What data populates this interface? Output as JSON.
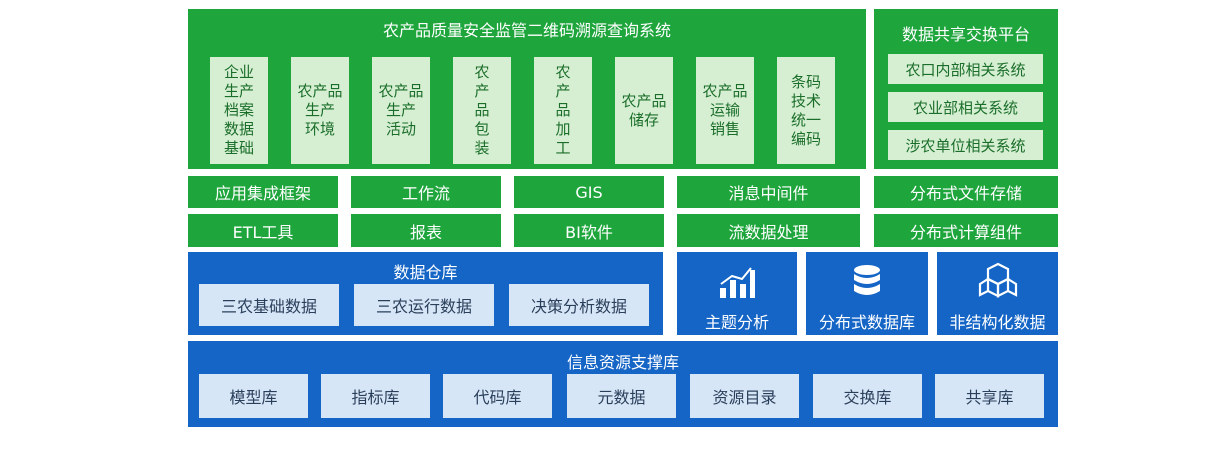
{
  "top_main": {
    "title": "农产品质量安全监管二维码溯源查询系统",
    "columns": [
      "企业\n生产\n档案\n数据\n基础",
      "农产品\n生产\n环境",
      "农产品\n生产\n活动",
      "农\n产\n品\n包\n装",
      "农\n产\n品\n加\n工",
      "农产品\n储存",
      "农产品\n运输\n销售",
      "条码\n技术\n统一\n编码"
    ]
  },
  "top_right": {
    "title": "数据共享交换平台",
    "items": [
      "农口内部相关系统",
      "农业部相关系统",
      "涉农单位相关系统"
    ]
  },
  "middleware": {
    "row1": [
      "应用集成框架",
      "工作流",
      "GIS",
      "消息中间件",
      "分布式文件存储"
    ],
    "row2": [
      "ETL工具",
      "报表",
      "BI软件",
      "流数据处理",
      "分布式计算组件"
    ]
  },
  "warehouse": {
    "title": "数据仓库",
    "items": [
      "三农基础数据",
      "三农运行数据",
      "决策分析数据"
    ]
  },
  "analytics": [
    {
      "label": "主题分析",
      "icon": "bar-chart-icon"
    },
    {
      "label": "分布式数据库",
      "icon": "database-icon"
    },
    {
      "label": "非结构化数据",
      "icon": "cubes-icon"
    }
  ],
  "resource": {
    "title": "信息资源支撑库",
    "items": [
      "模型库",
      "指标库",
      "代码库",
      "元数据",
      "资源目录",
      "交换库",
      "共享库"
    ]
  },
  "colors": {
    "green": "#1ea53c",
    "blue": "#1565c6",
    "light_green": "#d6efd3",
    "light_blue": "#d7e6f7"
  }
}
